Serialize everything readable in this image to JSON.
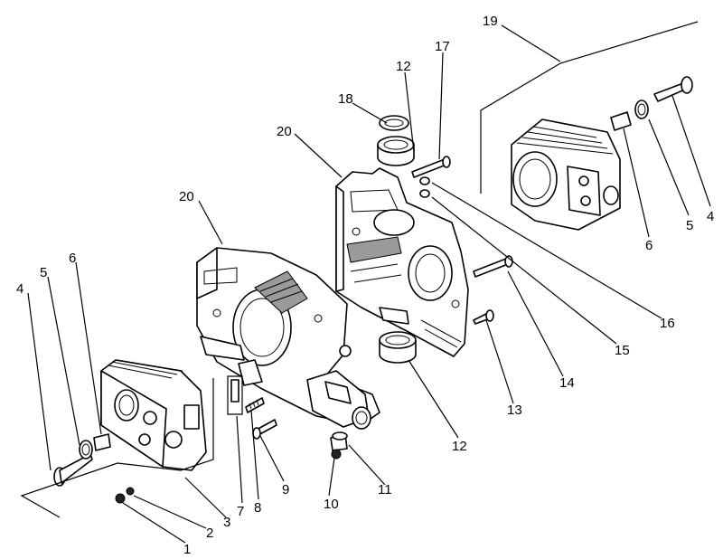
{
  "callouts": {
    "c1": "1",
    "c2": "2",
    "c3": "3",
    "c4_left": "4",
    "c5_left": "5",
    "c6_left": "6",
    "c7": "7",
    "c8": "8",
    "c9": "9",
    "c10": "10",
    "c11": "11",
    "c12_bottom": "12",
    "c12_top": "12",
    "c13": "13",
    "c14": "14",
    "c15": "15",
    "c16": "16",
    "c17": "17",
    "c18": "18",
    "c19": "19",
    "c20_left": "20",
    "c20_right": "20",
    "c4_right": "4",
    "c5_right": "5",
    "c6_right": "6"
  }
}
